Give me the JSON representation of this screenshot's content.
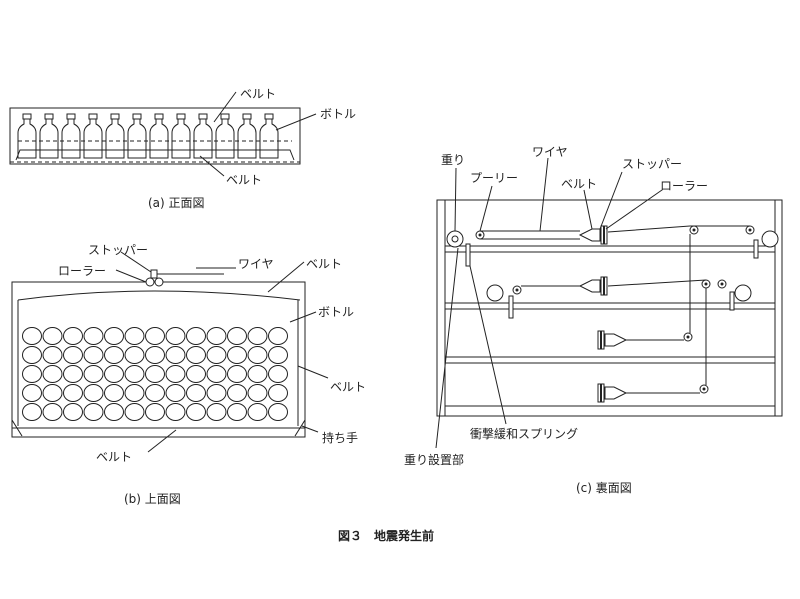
{
  "figure": {
    "title": "図３　地震発生前"
  },
  "panel_a": {
    "caption": "(a) 正面図",
    "label_belt_top": "ベルト",
    "label_bottle": "ボトル",
    "label_belt_bottom": "ベルト"
  },
  "panel_b": {
    "caption": "(b) 上面図",
    "label_stopper": "ストッパー",
    "label_wire": "ワイヤ",
    "label_roller": "ローラー",
    "label_belt_top": "ベルト",
    "label_bottle": "ボトル",
    "label_belt_right": "ベルト",
    "label_handle": "持ち手",
    "label_belt_bottom": "ベルト"
  },
  "panel_c": {
    "caption": "(c) 裏面図",
    "label_weight": "重り",
    "label_pulley": "プーリー",
    "label_wire": "ワイヤ",
    "label_stopper": "ストッパー",
    "label_belt": "ベルト",
    "label_roller": "ローラー",
    "label_spring": "衝撃緩和スプリング",
    "label_weight_mount": "重り設置部"
  }
}
